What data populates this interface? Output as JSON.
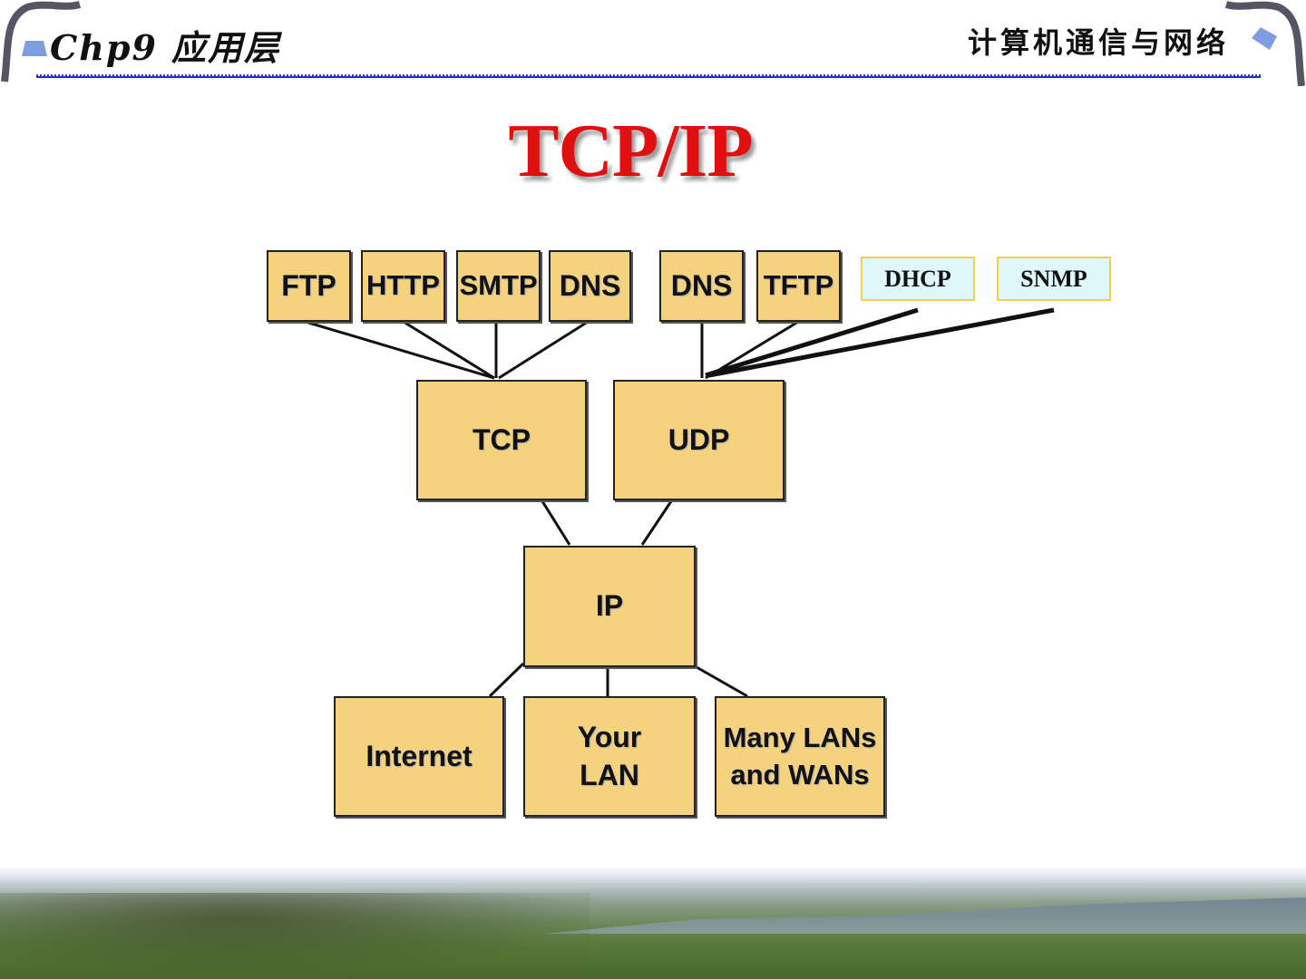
{
  "header": {
    "chapter": "Chp9 应用层",
    "course": "计算机通信与网络"
  },
  "title": "TCP/IP",
  "app_protocols_tcp": [
    "FTP",
    "HTTP",
    "SMTP",
    "DNS"
  ],
  "app_protocols_udp": [
    "DNS",
    "TFTP"
  ],
  "app_protocols_extra": [
    "DHCP",
    "SNMP"
  ],
  "transport": {
    "tcp": "TCP",
    "udp": "UDP"
  },
  "network": {
    "ip": "IP"
  },
  "links": {
    "internet": "Internet",
    "your_lan_1": "Your",
    "your_lan_2": "LAN",
    "many_1": "Many LANs",
    "many_2": "and WANs"
  },
  "colors": {
    "title": "#e01010",
    "box": "#f5d27e",
    "extra_box": "#def7fb",
    "rule": "#1a2acc"
  }
}
